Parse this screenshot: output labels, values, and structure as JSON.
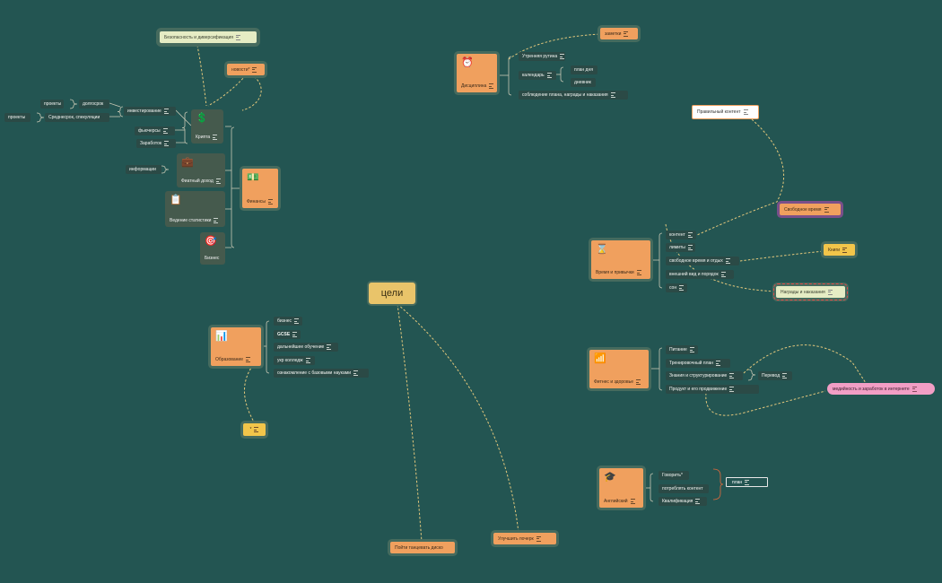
{
  "colors": {
    "background": "#235552",
    "branch": "#c8c8b4",
    "dashed": "#e2c77c",
    "bracket_highlight": "#e26a3c"
  },
  "root": {
    "label": "цели"
  },
  "nodes": [
    {
      "id": "bezop",
      "label": "Безопасность и диверсификация",
      "type": "cream",
      "notes": true
    },
    {
      "id": "novosti",
      "label": "новости*",
      "type": "orange",
      "notes": true
    },
    {
      "id": "proekty1",
      "label": "проекты",
      "type": "leaf"
    },
    {
      "id": "dolgosrok",
      "label": "долгосрок",
      "type": "leaf"
    },
    {
      "id": "proekty2",
      "label": "проекты",
      "type": "leaf"
    },
    {
      "id": "sredne",
      "label": "Среднесрок, спекуляции",
      "type": "leaf"
    },
    {
      "id": "invest",
      "label": "инвестирование",
      "type": "leaf",
      "notes": true
    },
    {
      "id": "fyuchersy",
      "label": "фьючерсы",
      "type": "leaf",
      "notes": true
    },
    {
      "id": "zarabotok",
      "label": "Заработок",
      "type": "leaf",
      "notes": true
    },
    {
      "id": "informacii",
      "label": "информации",
      "type": "leaf"
    },
    {
      "id": "kripta",
      "label": "Крипта",
      "type": "dark",
      "icon": "dollar-coin-icon",
      "glyph": "💲",
      "notes": true
    },
    {
      "id": "fiat",
      "label": "Фиатный доход",
      "type": "dark",
      "icon": "briefcase-icon",
      "glyph": "💼",
      "notes": true
    },
    {
      "id": "stat",
      "label": "Ведение статистики",
      "type": "dark",
      "icon": "chart-board-icon",
      "glyph": "📋",
      "notes": true
    },
    {
      "id": "biznes",
      "label": "Бизнес",
      "type": "dark",
      "icon": "target-icon",
      "glyph": "🎯"
    },
    {
      "id": "finansy",
      "label": "Финансы",
      "type": "big",
      "icon": "money-icon",
      "glyph": "💵",
      "notes": true
    },
    {
      "id": "obraz",
      "label": "Образование",
      "type": "big",
      "icon": "growth-chart-icon",
      "glyph": "📊",
      "notes": true
    },
    {
      "id": "o_biznes",
      "label": "бизнес",
      "type": "leaf",
      "notes": true
    },
    {
      "id": "o_gcse",
      "label": "GCSE",
      "type": "leafb",
      "notes": true
    },
    {
      "id": "o_dalneishee",
      "label": "дальнейшее обучение",
      "type": "leaf",
      "notes": true
    },
    {
      "id": "o_ukr",
      "label": "укр колледж",
      "type": "leaf",
      "notes": true
    },
    {
      "id": "o_oznak",
      "label": "ознакомление с базовыми науками",
      "type": "leaf",
      "notes": true
    },
    {
      "id": "star",
      "label": "*",
      "type": "yellowsm",
      "notes": true
    },
    {
      "id": "disc",
      "label": "Дисциплина",
      "type": "big",
      "icon": "alarm-clock-icon",
      "glyph": "⏰",
      "notes": true
    },
    {
      "id": "zametki",
      "label": "заметки",
      "type": "orange",
      "notes": true
    },
    {
      "id": "utrenyaya",
      "label": "Утренняя рутина",
      "type": "leaf",
      "notes": true
    },
    {
      "id": "kalendar",
      "label": "календарь",
      "type": "leaf",
      "notes": true
    },
    {
      "id": "plan_dnya",
      "label": "план дня",
      "type": "leaf"
    },
    {
      "id": "dnevnik",
      "label": "дневник",
      "type": "leaf"
    },
    {
      "id": "soblyud",
      "label": "соблюдение плана, награды  и наказания",
      "type": "leaf",
      "notes": true
    },
    {
      "id": "pravilny",
      "label": "Правильный контент",
      "type": "white",
      "notes": true
    },
    {
      "id": "svobodnoe",
      "label": "Свободное время",
      "type": "purple",
      "notes": true
    },
    {
      "id": "knigi",
      "label": "Книги",
      "type": "yellow",
      "notes": true
    },
    {
      "id": "nagrady",
      "label": "Награды и наказания",
      "type": "redd",
      "notes": true
    },
    {
      "id": "vremya",
      "label": "Время и привычки",
      "type": "big",
      "icon": "hourglass-icon",
      "glyph": "⌛",
      "notes": true
    },
    {
      "id": "v_kontent",
      "label": "контент",
      "type": "leaf",
      "notes": true
    },
    {
      "id": "v_limity",
      "label": "лимиты",
      "type": "leaf",
      "notes": true
    },
    {
      "id": "v_svob",
      "label": "свободное время и отдых",
      "type": "leaf",
      "notes": true
    },
    {
      "id": "v_vnesh",
      "label": "внешний вид и порядок",
      "type": "leaf",
      "notes": true
    },
    {
      "id": "v_son",
      "label": "сон",
      "type": "leaf",
      "notes": true
    },
    {
      "id": "fitnes",
      "label": "Фитнес и здоровье",
      "type": "big",
      "icon": "podium-icon",
      "glyph": "📶",
      "notes": true
    },
    {
      "id": "f_pitanie",
      "label": "Питание",
      "type": "leaf",
      "notes": true
    },
    {
      "id": "f_trenir",
      "label": "Тренировочный план",
      "type": "leaf",
      "notes": true
    },
    {
      "id": "f_znaniya",
      "label": "Знания и структурирование",
      "type": "leaf",
      "notes": true
    },
    {
      "id": "f_perevod",
      "label": "Перевод",
      "type": "leaf",
      "notes": true
    },
    {
      "id": "f_produkt",
      "label": "Продукт и его продвижение",
      "type": "leaf",
      "notes": true
    },
    {
      "id": "mediinost",
      "label": "медийность и заработок в интернете",
      "type": "pink",
      "notes": true
    },
    {
      "id": "angl",
      "label": "Английский",
      "type": "big",
      "icon": "graduation-cap-icon",
      "glyph": "🎓",
      "notes": true
    },
    {
      "id": "a_govorit",
      "label": "Говорить*",
      "type": "leaf"
    },
    {
      "id": "a_potreb",
      "label": "потреблять контент",
      "type": "leaf"
    },
    {
      "id": "a_kvalif",
      "label": "Квалификация",
      "type": "leaf",
      "notes": true
    },
    {
      "id": "plan",
      "label": "план",
      "type": "whitebox",
      "notes": true
    },
    {
      "id": "tancy",
      "label": "Пойти танцевать диско",
      "type": "orange"
    },
    {
      "id": "pocherk",
      "label": "Улучшить почерк",
      "type": "orange",
      "notes": true
    }
  ]
}
